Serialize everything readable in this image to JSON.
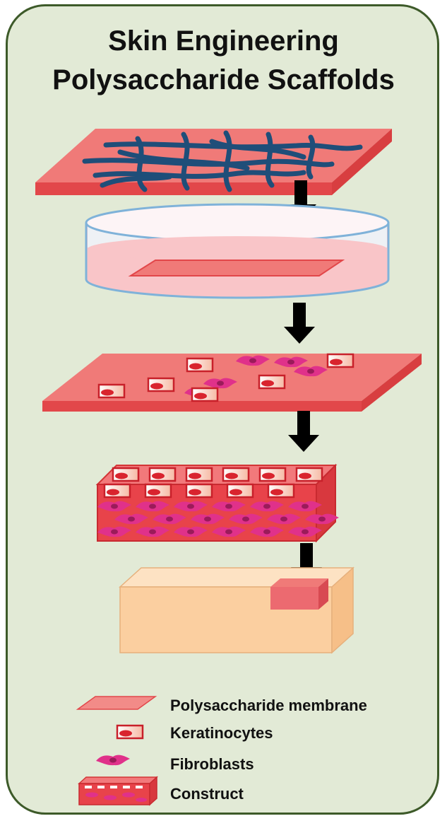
{
  "title": {
    "line1": "Skin Engineering",
    "line2": "Polysaccharide Scaffolds"
  },
  "legend": [
    {
      "label": "Polysaccharide membrane",
      "icon": "membrane-icon"
    },
    {
      "label": "Keratinocytes",
      "icon": "keratinocyte-icon"
    },
    {
      "label": "Fibroblasts",
      "icon": "fibroblast-icon"
    },
    {
      "label": "Construct",
      "icon": "construct-icon"
    }
  ],
  "colors": {
    "panel_background": "#e2ead6",
    "panel_border": "#3d5a29",
    "membrane": "#f07a78",
    "membrane_edge": "#e2474a",
    "fibers": "#1f4e79",
    "dish_liquid": "#f9c5c8",
    "dish_rim": "#7fb2d9",
    "keratinocyte_nucleus": "#d9242e",
    "fibroblast": "#e0318a",
    "skin_block": "#fbcfa0",
    "arrow": "#000000"
  }
}
